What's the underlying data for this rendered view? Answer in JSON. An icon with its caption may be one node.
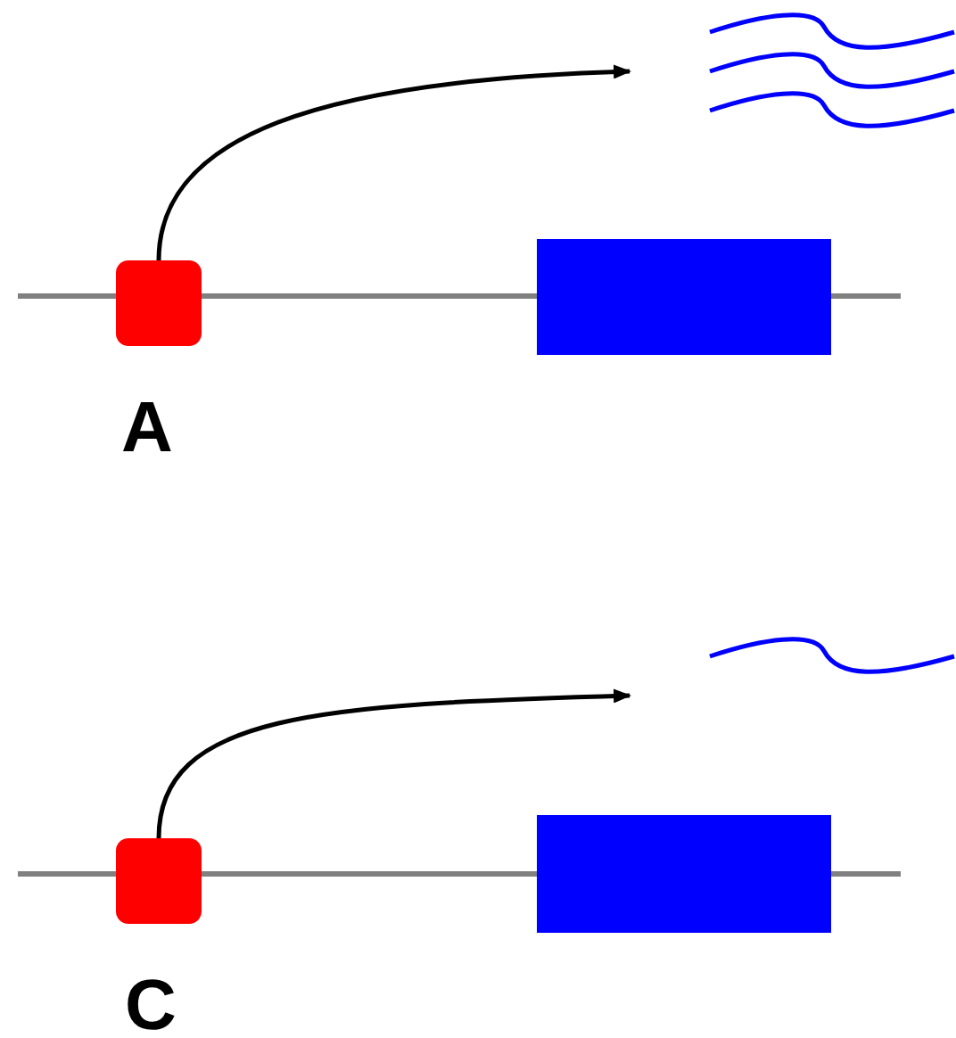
{
  "diagram": {
    "nodes": [
      {
        "text": [],
        "shape": "box"
      },
      {
        "text": [],
        "shape": "bar"
      },
      {
        "text": [],
        "shape": "picture"
      },
      {
        "text": [],
        "shape": "box"
      },
      {
        "text": [],
        "shape": "bar"
      },
      {
        "text": [],
        "shape": "picture"
      }
    ],
    "edges": [
      {
        "from": 0,
        "to": 2,
        "arrow": "to"
      },
      {
        "from": 3,
        "to": 5,
        "arrow": "to"
      }
    ],
    "labels": [
      "A",
      "C"
    ]
  }
}
